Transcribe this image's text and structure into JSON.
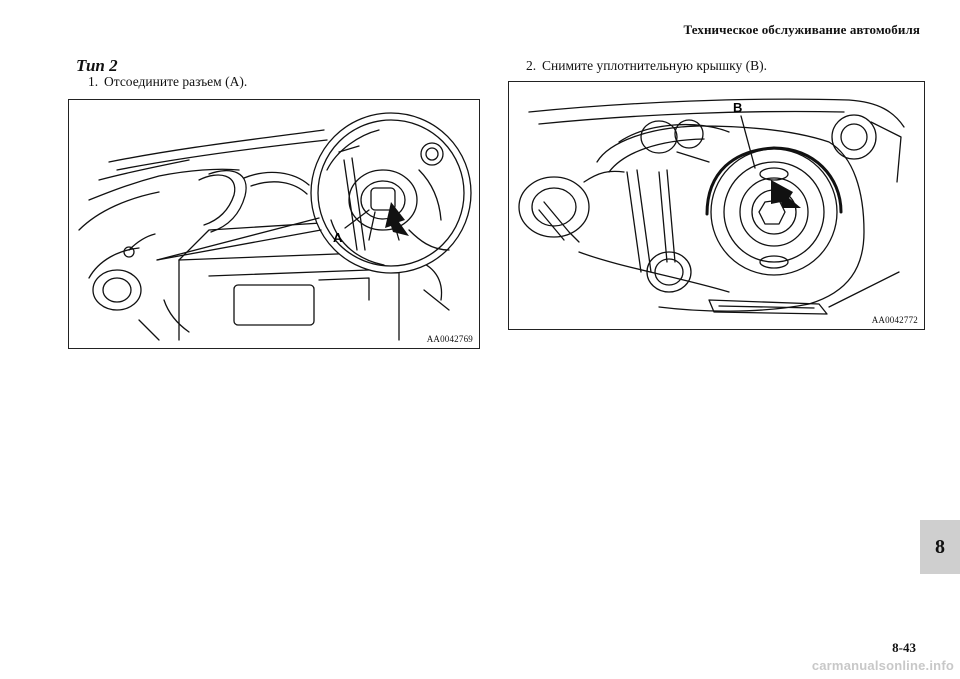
{
  "header": {
    "section_title": "Техническое обслуживание автомобиля"
  },
  "content": {
    "type_heading": "Тип 2",
    "steps": [
      {
        "number": "1.",
        "text": "Отсоедините разъем (A)."
      },
      {
        "number": "2.",
        "text": "Снимите уплотнительную крышку (B)."
      }
    ]
  },
  "figures": [
    {
      "code": "AA0042769",
      "callout": "A",
      "icons": [
        "headlamp-connector-illustration",
        "removal-arrow-icon"
      ]
    },
    {
      "code": "AA0042772",
      "callout": "B",
      "icons": [
        "headlamp-seal-cover-illustration",
        "removal-arrow-icon"
      ]
    }
  ],
  "chapter_tab": {
    "label": "8"
  },
  "footer": {
    "page_number": "8-43",
    "watermark": "carmanualsonline.info"
  }
}
